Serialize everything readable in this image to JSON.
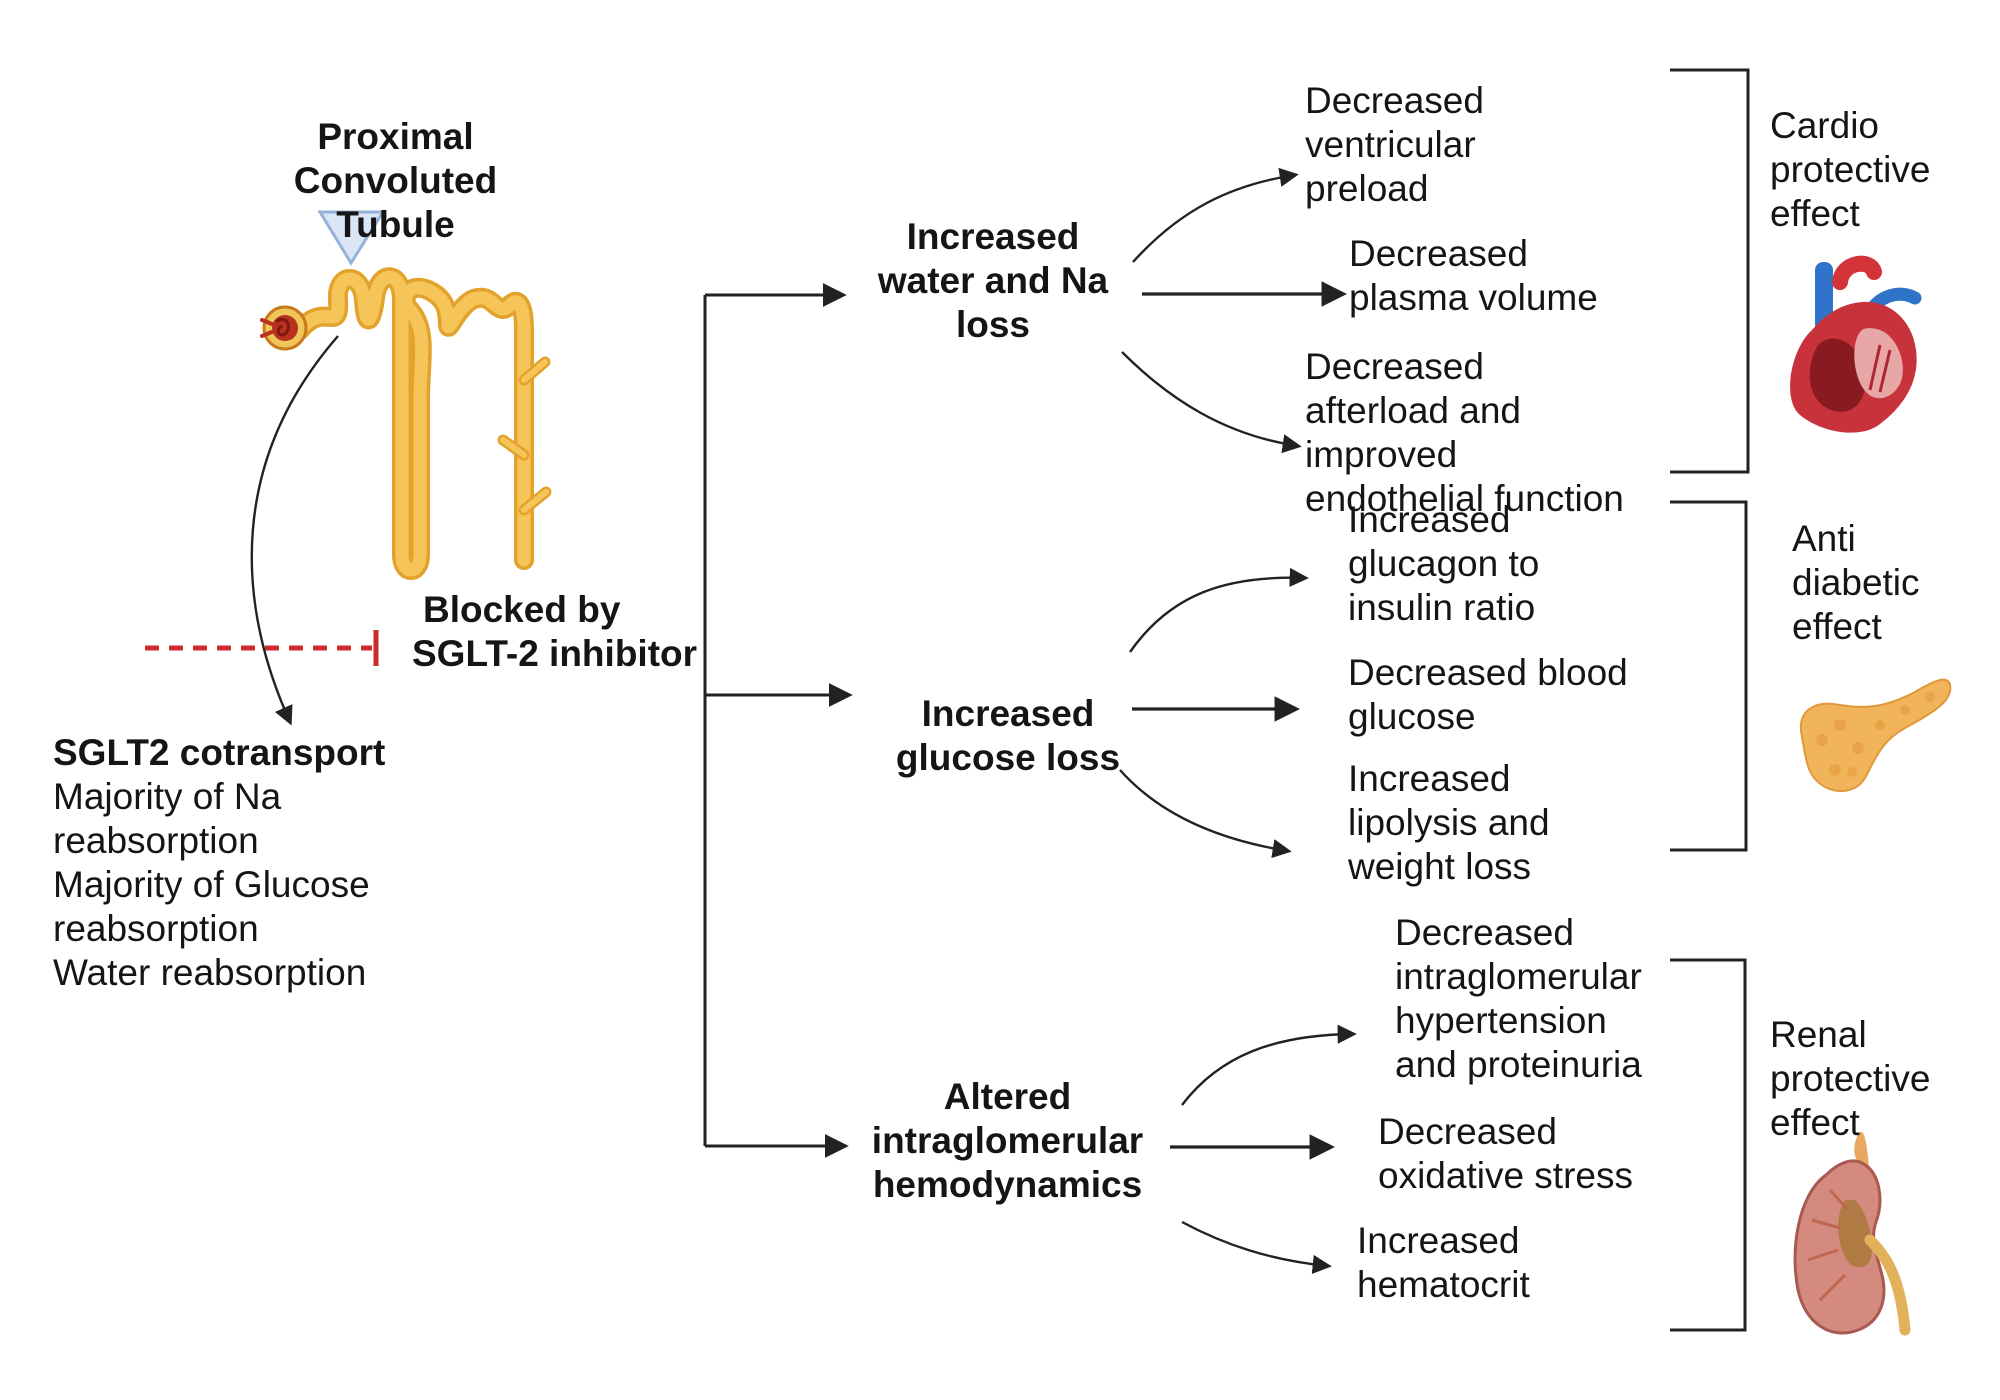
{
  "structure": {
    "label_lines": [
      "Proximal",
      "Convoluted",
      "Tubule"
    ]
  },
  "sglt2": {
    "title": "SGLT2 cotransport",
    "lines": [
      "Majority of Na",
      "reabsorption",
      "Majority of Glucose",
      "reabsorption",
      "Water reabsorption"
    ]
  },
  "blocker": {
    "lines": [
      "Blocked by",
      "SGLT-2 inhibitor"
    ]
  },
  "mechanisms": [
    {
      "lines": [
        "Increased",
        "water and Na",
        "loss"
      ],
      "outcomes": [
        [
          "Decreased",
          "ventricular",
          "preload"
        ],
        [
          "Decreased",
          "plasma volume"
        ],
        [
          "Decreased",
          "afterload and",
          "improved",
          "endothelial function"
        ]
      ]
    },
    {
      "lines": [
        "Increased",
        "glucose loss"
      ],
      "outcomes": [
        [
          "Increased",
          "glucagon to",
          "insulin ratio"
        ],
        [
          "Decreased blood",
          "glucose"
        ],
        [
          "Increased",
          "lipolysis and",
          "weight loss"
        ]
      ]
    },
    {
      "lines": [
        "Altered",
        "intraglomerular",
        "hemodynamics"
      ],
      "outcomes": [
        [
          "Decreased",
          "intraglomerular",
          "hypertension",
          "and proteinuria"
        ],
        [
          "Decreased",
          "oxidative stress"
        ],
        [
          "Increased",
          "hematocrit"
        ]
      ]
    }
  ],
  "effects": [
    {
      "lines": [
        "Cardio",
        "protective",
        "effect"
      ],
      "icon": "heart-icon"
    },
    {
      "lines": [
        "Anti",
        "diabetic",
        "effect"
      ],
      "icon": "pancreas-icon"
    },
    {
      "lines": [
        "Renal",
        "protective",
        "effect"
      ],
      "icon": "kidney-icon"
    }
  ],
  "colors": {
    "tubule": "#f6c55a",
    "tubule_outline": "#e3a22b",
    "glomerulus": "#b8321f",
    "inhibition": "#cc2a2a",
    "marker": "#a9c3e8",
    "arrow": "#222222"
  }
}
